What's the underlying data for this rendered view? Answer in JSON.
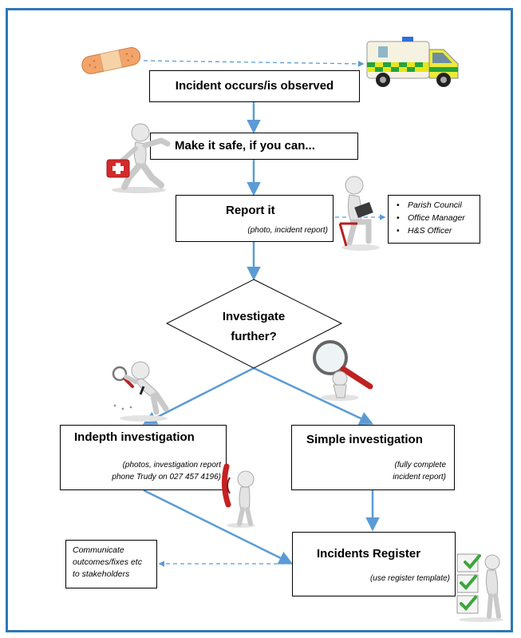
{
  "theme": {
    "border": "#2e78b7",
    "arrow": "#5b9bd5",
    "box_border": "#000000"
  },
  "nodes": {
    "incident": {
      "title": "Incident occurs/is observed"
    },
    "make_safe": {
      "title": "Make it safe, if you can..."
    },
    "report": {
      "title": "Report it",
      "note": "(photo, incident report)"
    },
    "investigate": {
      "line1": "Investigate",
      "line2": "further?"
    },
    "indepth": {
      "title": "Indepth investigation",
      "note_line1": "(photos, investigation report",
      "note_line2": "phone Trudy on 027 457 4196)"
    },
    "simple": {
      "title": "Simple investigation",
      "note_line1": "(fully complete",
      "note_line2": "incident report)"
    },
    "register": {
      "title": "Incidents Register",
      "note": "(use register template)"
    },
    "notify": {
      "items": [
        "Parish Council",
        "Office Manager",
        "H&S Officer"
      ]
    },
    "communicate": {
      "lines": [
        "Communicate",
        "outcomes/fixes etc",
        "to stakeholders"
      ]
    }
  },
  "icons": [
    "bandage-icon",
    "ambulance-icon",
    "first-aid-runner-icon",
    "clipboard-person-icon",
    "magnifier-person-icon",
    "magnifier-icon",
    "phone-person-icon",
    "checklist-icon"
  ]
}
